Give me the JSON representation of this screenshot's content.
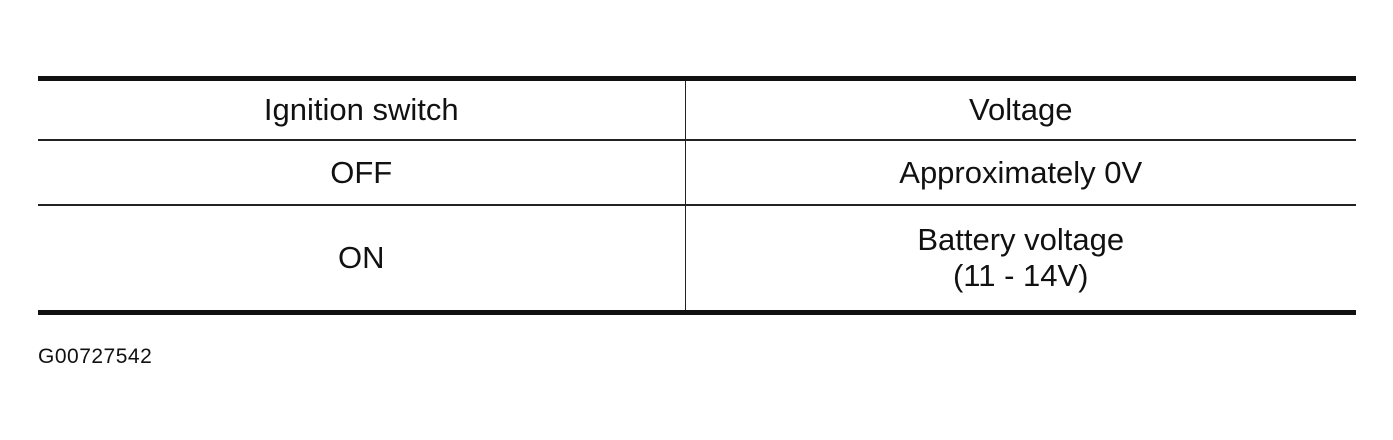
{
  "table": {
    "headers": [
      "Ignition switch",
      "Voltage"
    ],
    "rows": [
      {
        "ignition": "OFF",
        "voltage": [
          "Approximately 0V"
        ]
      },
      {
        "ignition": "ON",
        "voltage": [
          "Battery voltage",
          "(11 - 14V)"
        ]
      }
    ]
  },
  "figure_id": "G00727542"
}
